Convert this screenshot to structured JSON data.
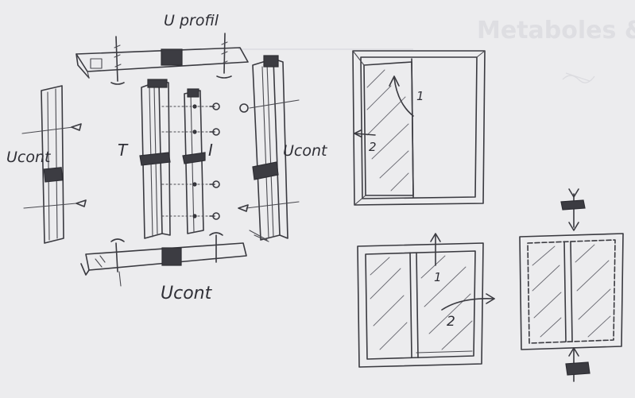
{
  "labels": {
    "u_profil": "U profil",
    "u_cont_left": "Ucont",
    "u_cont_right": "Ucont",
    "u_cont_bottom": "Ucont",
    "t_profile": "T",
    "i_profile": "I",
    "arrow_1_top": "1",
    "arrow_2_top": "2",
    "arrow_1_bottom": "1",
    "arrow_2_bottom": "2"
  },
  "colors": {
    "paper": "#ececee",
    "ink": "#3a3a40",
    "hatch": "#6a6a72",
    "show_through": "#dcdce0"
  }
}
